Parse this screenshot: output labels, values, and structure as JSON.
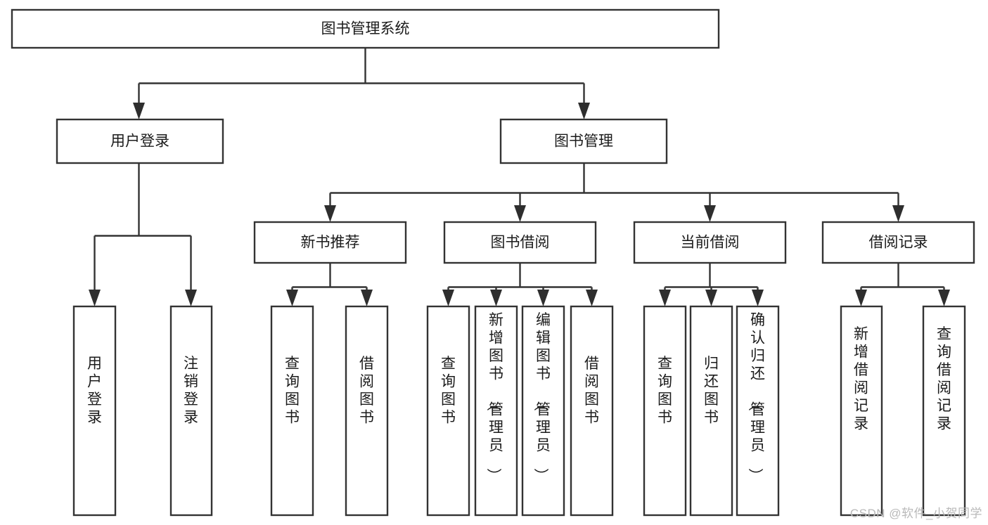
{
  "diagram": {
    "type": "tree-hierarchy-chart",
    "title": "图书管理系统",
    "orientation": "top-down",
    "watermark": "CSDN @软件_小贺同学",
    "levels": [
      {
        "level": 1,
        "nodes": [
          {
            "id": "root",
            "label": "图书管理系统",
            "text_orientation": "horizontal"
          }
        ]
      },
      {
        "level": 2,
        "nodes": [
          {
            "id": "user-login",
            "label": "用户登录",
            "parent": "root",
            "text_orientation": "horizontal"
          },
          {
            "id": "book-manage",
            "label": "图书管理",
            "parent": "root",
            "text_orientation": "horizontal"
          }
        ]
      },
      {
        "level": 3,
        "nodes": [
          {
            "id": "new-book-rec",
            "label": "新书推荐",
            "parent": "book-manage",
            "text_orientation": "horizontal"
          },
          {
            "id": "book-borrow",
            "label": "图书借阅",
            "parent": "book-manage",
            "text_orientation": "horizontal"
          },
          {
            "id": "current-borrow",
            "label": "当前借阅",
            "parent": "book-manage",
            "text_orientation": "horizontal"
          },
          {
            "id": "borrow-record",
            "label": "借阅记录",
            "parent": "book-manage",
            "text_orientation": "horizontal"
          }
        ]
      },
      {
        "level": 4,
        "nodes": [
          {
            "id": "leaf-user-login",
            "label": "用户登录",
            "parent": "user-login",
            "text_orientation": "vertical"
          },
          {
            "id": "leaf-user-logout",
            "label": "注销登录",
            "parent": "user-login",
            "text_orientation": "vertical"
          },
          {
            "id": "leaf-query-book-1",
            "label": "查询图书",
            "parent": "new-book-rec",
            "text_orientation": "vertical"
          },
          {
            "id": "leaf-borrow-book-1",
            "label": "借阅图书",
            "parent": "new-book-rec",
            "text_orientation": "vertical"
          },
          {
            "id": "leaf-query-book-2",
            "label": "查询图书",
            "parent": "book-borrow",
            "text_orientation": "vertical"
          },
          {
            "id": "leaf-add-book",
            "label": "新增图书（管理员）",
            "parent": "book-borrow",
            "text_orientation": "vertical"
          },
          {
            "id": "leaf-edit-book",
            "label": "编辑图书（管理员）",
            "parent": "book-borrow",
            "text_orientation": "vertical"
          },
          {
            "id": "leaf-borrow-book-2",
            "label": "借阅图书",
            "parent": "book-borrow",
            "text_orientation": "vertical"
          },
          {
            "id": "leaf-query-book-3",
            "label": "查询图书",
            "parent": "current-borrow",
            "text_orientation": "vertical"
          },
          {
            "id": "leaf-return-book",
            "label": "归还图书",
            "parent": "current-borrow",
            "text_orientation": "vertical"
          },
          {
            "id": "leaf-confirm-return",
            "label": "确认归还（管理员）",
            "parent": "current-borrow",
            "text_orientation": "vertical"
          },
          {
            "id": "leaf-add-record",
            "label": "新增借阅记录",
            "parent": "borrow-record",
            "text_orientation": "vertical"
          },
          {
            "id": "leaf-query-record",
            "label": "查询借阅记录",
            "parent": "borrow-record",
            "text_orientation": "vertical"
          }
        ]
      }
    ],
    "colors": {
      "box_fill": "#ffffff",
      "box_stroke": "#333333",
      "text": "#1b1b1b",
      "background": "#ffffff",
      "watermark": "#b9b9b9"
    }
  }
}
